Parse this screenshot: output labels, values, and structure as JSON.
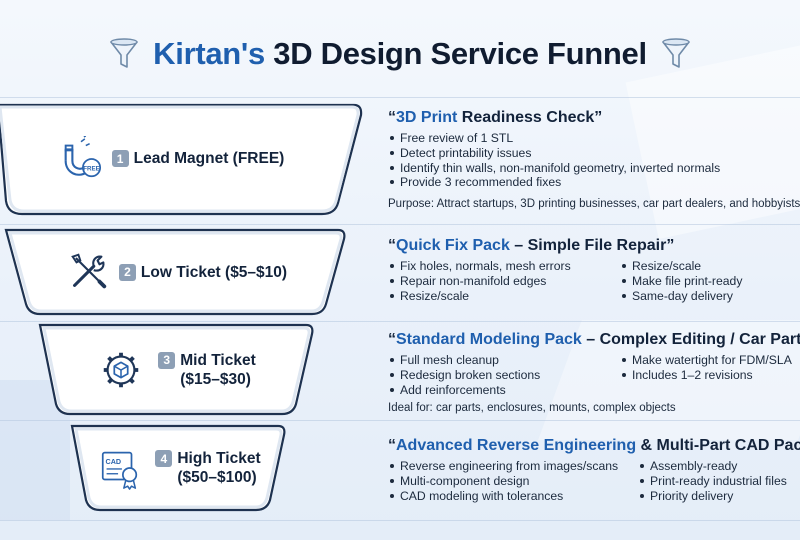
{
  "title": {
    "accent": "Kirtan's",
    "rest": "3D Design Service Funnel"
  },
  "icons": {
    "title": "funnel-icon",
    "tier1": "magnet-icon",
    "tier2": "tools-icon",
    "tier3": "gear-box-icon",
    "tier4": "cad-certificate-icon"
  },
  "colors": {
    "accent": "#1f5fae",
    "text": "#13233b",
    "badge": "#8d9fb5",
    "tier_border": "#1e3250"
  },
  "tiers": [
    {
      "number": "1",
      "title": "Lead Magnet (FREE)",
      "title2": "",
      "icon_text": "FREE",
      "heading_open": "“",
      "heading_accent": "3D Print",
      "heading_rest": " Readiness Check”",
      "col1": [
        "Free review of 1 STL",
        "Detect printability issues",
        "Identify thin walls, non-manifold geometry, inverted normals",
        "Provide 3 recommended fixes"
      ],
      "col2": [],
      "note": "Purpose: Attract startups, 3D printing businesses, car part dealers, and hobbyists"
    },
    {
      "number": "2",
      "title": "Low Ticket ($5–$10)",
      "title2": "",
      "heading_open": "“",
      "heading_accent": "Quick Fix Pack",
      "heading_rest": " – Simple File Repair”",
      "col1": [
        "Fix holes, normals, mesh errors",
        "Repair non-manifold edges",
        "Resize/scale"
      ],
      "col2": [
        "Resize/scale",
        "Make file print-ready",
        "Same-day delivery"
      ],
      "note": ""
    },
    {
      "number": "3",
      "title": "Mid Ticket",
      "title2": "($15–$30)",
      "heading_open": "“",
      "heading_accent": "Standard Modeling Pack",
      "heading_rest": " – Complex Editing / Car Part Repair”",
      "col1": [
        "Full mesh cleanup",
        "Redesign broken sections",
        "Add reinforcements"
      ],
      "col2": [
        "Make watertight for FDM/SLA",
        "Includes 1–2 revisions"
      ],
      "note": "Ideal for: car parts, enclosures, mounts, complex objects"
    },
    {
      "number": "4",
      "title": "High Ticket",
      "title2": "($50–$100)",
      "icon_text": "CAD",
      "heading_open": "“",
      "heading_accent": "Advanced Reverse Engineering",
      "heading_rest": " & Multi-Part CAD Package”",
      "col1": [
        "Reverse engineering from images/scans",
        "Multi-component design",
        "CAD modeling with tolerances"
      ],
      "col2": [
        "Assembly-ready",
        "Print-ready industrial files",
        "Priority delivery"
      ],
      "note": ""
    }
  ]
}
